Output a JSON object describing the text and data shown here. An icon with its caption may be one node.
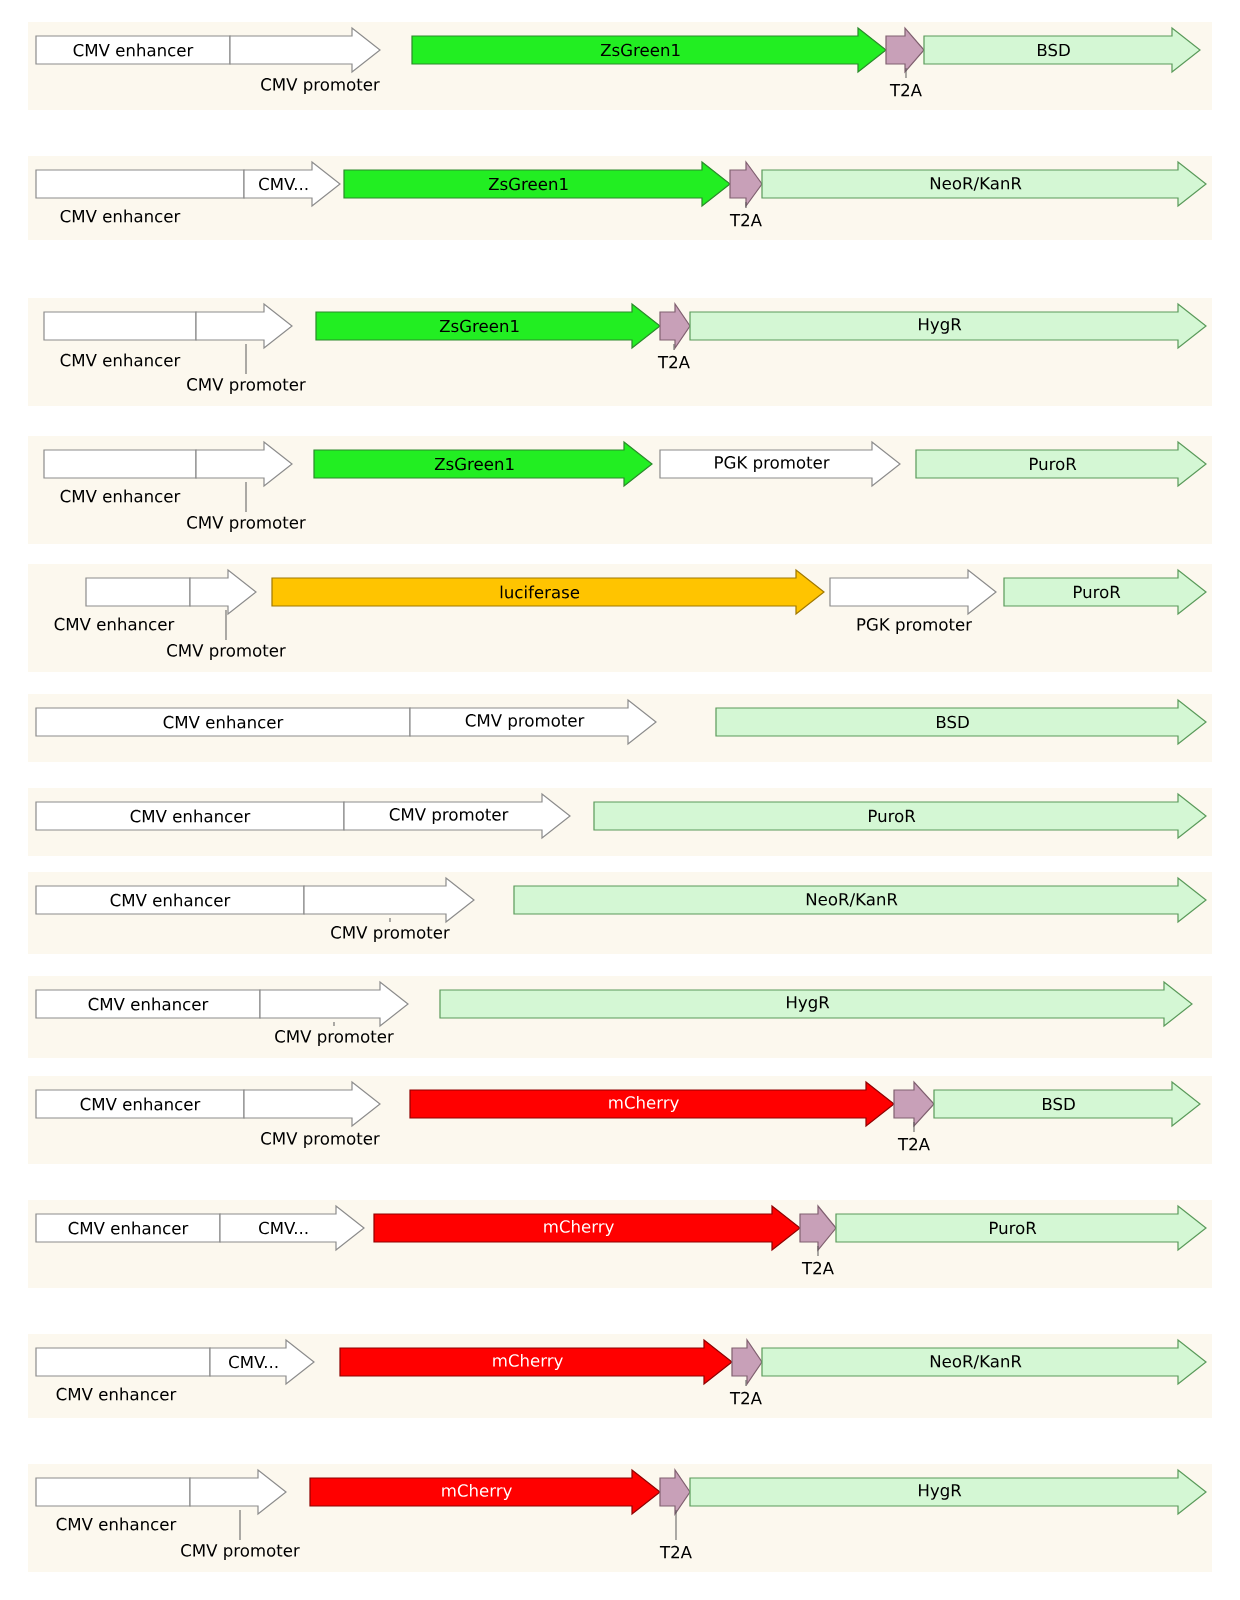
{
  "diagram": {
    "nodes": [
      {
        "text": [
          "CMV enhancer"
        ]
      },
      {
        "text": [
          "CMV promoter"
        ]
      },
      {
        "text": [
          "ZsGreen1"
        ]
      },
      {
        "text": [
          "T2A"
        ]
      },
      {
        "text": [
          "BSD"
        ]
      },
      {
        "text": [
          "CMV enhancer"
        ]
      },
      {
        "text": [
          "CMV..."
        ]
      },
      {
        "text": [
          "ZsGreen1"
        ]
      },
      {
        "text": [
          "T2A"
        ]
      },
      {
        "text": [
          "NeoR/KanR"
        ]
      },
      {
        "text": [
          "CMV enhancer"
        ]
      },
      {
        "text": [
          "CMV promoter"
        ]
      },
      {
        "text": [
          "ZsGreen1"
        ]
      },
      {
        "text": [
          "T2A"
        ]
      },
      {
        "text": [
          "HygR"
        ]
      },
      {
        "text": [
          "CMV enhancer"
        ]
      },
      {
        "text": [
          "CMV promoter"
        ]
      },
      {
        "text": [
          "ZsGreen1"
        ]
      },
      {
        "text": [
          "PGK promoter"
        ]
      },
      {
        "text": [
          "PuroR"
        ]
      },
      {
        "text": [
          "CMV enhancer"
        ]
      },
      {
        "text": [
          "CMV promoter"
        ]
      },
      {
        "text": [
          "luciferase"
        ]
      },
      {
        "text": [
          "PGK promoter"
        ]
      },
      {
        "text": [
          "PuroR"
        ]
      },
      {
        "text": [
          "CMV enhancer"
        ]
      },
      {
        "text": [
          "CMV promoter"
        ]
      },
      {
        "text": [
          "BSD"
        ]
      },
      {
        "text": [
          "CMV enhancer"
        ]
      },
      {
        "text": [
          "CMV promoter"
        ]
      },
      {
        "text": [
          "PuroR"
        ]
      },
      {
        "text": [
          "CMV enhancer"
        ]
      },
      {
        "text": [
          "CMV promoter"
        ]
      },
      {
        "text": [
          "NeoR/KanR"
        ]
      },
      {
        "text": [
          "CMV enhancer"
        ]
      },
      {
        "text": [
          "CMV promoter"
        ]
      },
      {
        "text": [
          "HygR"
        ]
      },
      {
        "text": [
          "CMV enhancer"
        ]
      },
      {
        "text": [
          "CMV promoter"
        ]
      },
      {
        "text": [
          "mCherry"
        ]
      },
      {
        "text": [
          "T2A"
        ]
      },
      {
        "text": [
          "BSD"
        ]
      },
      {
        "text": [
          "CMV enhancer"
        ]
      },
      {
        "text": [
          "CMV..."
        ]
      },
      {
        "text": [
          "mCherry"
        ]
      },
      {
        "text": [
          "T2A"
        ]
      },
      {
        "text": [
          "PuroR"
        ]
      },
      {
        "text": [
          "CMV enhancer"
        ]
      },
      {
        "text": [
          "CMV..."
        ]
      },
      {
        "text": [
          "mCherry"
        ]
      },
      {
        "text": [
          "T2A"
        ]
      },
      {
        "text": [
          "NeoR/KanR"
        ]
      },
      {
        "text": [
          "CMV enhancer"
        ]
      },
      {
        "text": [
          "CMV promoter"
        ]
      },
      {
        "text": [
          "mCherry"
        ]
      },
      {
        "text": [
          "T2A"
        ]
      },
      {
        "text": [
          "HygR"
        ]
      }
    ]
  }
}
